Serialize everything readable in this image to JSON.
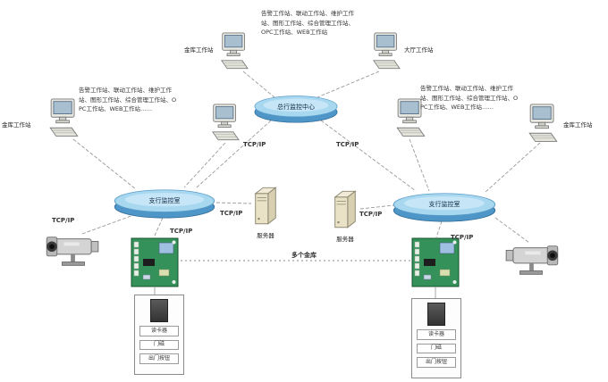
{
  "diagram": {
    "clouds": {
      "center": "总行监控中心",
      "left": "支行监控室",
      "right": "支行监控室"
    },
    "workstation_labels": {
      "top_left": "金库工作站",
      "top_right": "大厅工作站",
      "far_left": "金库工作站",
      "far_right": "金库工作站"
    },
    "annotation_text": {
      "top": "告警工作站、联动工作站、维护工作站、图形工作站、综合管理工作站、OPC工作站、WEB工作站",
      "left": "告警工作站、联动工作站、维护工作站、图形工作站、综合管理工作站、OPC工作站、WEB工作站……",
      "right": "告警工作站、联动工作站、维护工作站、图形工作站、综合管理工作站、OPC工作站、WEB工作站……"
    },
    "server_label": "服务器",
    "tcpip_label": "TCP/IP",
    "vaults_label": "多个金库",
    "door_left_labels": [
      "读卡器",
      "门磁",
      "出门按钮"
    ],
    "door_right_labels": [
      "读卡器",
      "门磁",
      "出门按钮"
    ],
    "icons": {
      "pc": "desktop-computer-icon",
      "server": "server-tower-icon",
      "camera": "cctv-camera-icon",
      "board": "access-controller-board-icon"
    },
    "colors": {
      "cloud_blue": "#a8d8f0",
      "board_green": "#35915a",
      "server_beige": "#e9e2c6",
      "line_grey": "#9a9a9a"
    }
  }
}
